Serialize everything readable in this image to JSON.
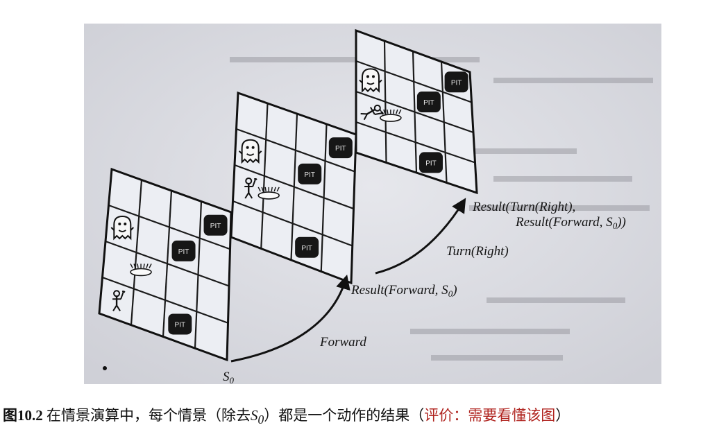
{
  "figure": {
    "grid": {
      "rows": 4,
      "cols": 4
    },
    "situations": [
      {
        "id": "s0",
        "pits": [
          [
            0,
            3
          ],
          [
            1,
            2
          ],
          [
            3,
            2
          ]
        ],
        "wumpus": [
          1,
          0
        ],
        "gold": [
          2,
          1
        ],
        "agent": [
          3,
          0
        ],
        "agent_dir": "up"
      },
      {
        "id": "s1",
        "pits": [
          [
            0,
            3
          ],
          [
            1,
            2
          ],
          [
            3,
            2
          ]
        ],
        "wumpus": [
          1,
          0
        ],
        "gold": [
          2,
          1
        ],
        "agent": [
          2,
          0
        ],
        "agent_dir": "up"
      },
      {
        "id": "s2",
        "pits": [
          [
            0,
            3
          ],
          [
            1,
            2
          ],
          [
            3,
            2
          ]
        ],
        "wumpus": [
          1,
          0
        ],
        "gold": [
          2,
          1
        ],
        "agent": [
          2,
          0
        ],
        "agent_dir": "right"
      }
    ],
    "pit_label": "PIT",
    "labels": {
      "s0": "S",
      "s0_sub": "0",
      "forward": "Forward",
      "result_forward": "Result(Forward, S",
      "result_forward_sub": "0",
      "result_forward_close": ")",
      "turn_right": "Turn(Right)",
      "result_turn_line1": "Result(Turn(Right),",
      "result_turn_line2": "Result(Forward, S",
      "result_turn_line2_sub": "0",
      "result_turn_line2_close": "))"
    },
    "colors": {
      "paper": "#dcdde3",
      "ink": "#151515",
      "pit": "#161616"
    },
    "icons": [
      "wumpus-icon",
      "gold-icon",
      "agent-icon",
      "pit-icon",
      "arrow-icon"
    ]
  },
  "caption": {
    "label": "图10.2",
    "text": "在情景演算中，每个情景（除去",
    "math": "S",
    "math_sub": "0",
    "text2": "）都是一个动作的结果（",
    "comment": "评价：需要看懂该图",
    "end": "）"
  }
}
